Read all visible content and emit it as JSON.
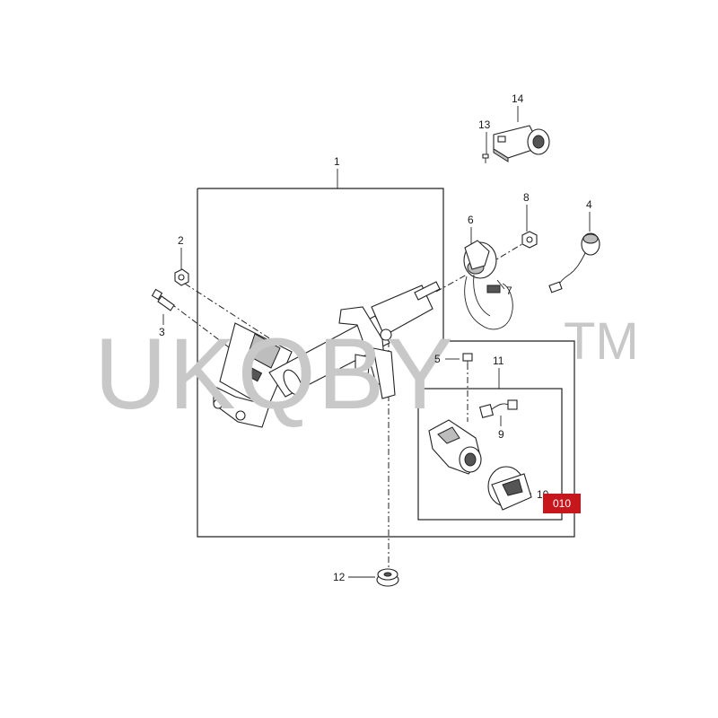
{
  "callouts": {
    "c1": "1",
    "c2": "2",
    "c3": "3",
    "c4": "4",
    "c5": "5",
    "c6": "6",
    "c7": "7",
    "c8": "8",
    "c9": "9",
    "c10": "10",
    "c11": "11",
    "c12": "12",
    "c13": "13",
    "c14": "14"
  },
  "watermark": {
    "text": "UKQBY",
    "trademark": "TM"
  },
  "badge": {
    "text": "010",
    "color": "#c8161d"
  }
}
